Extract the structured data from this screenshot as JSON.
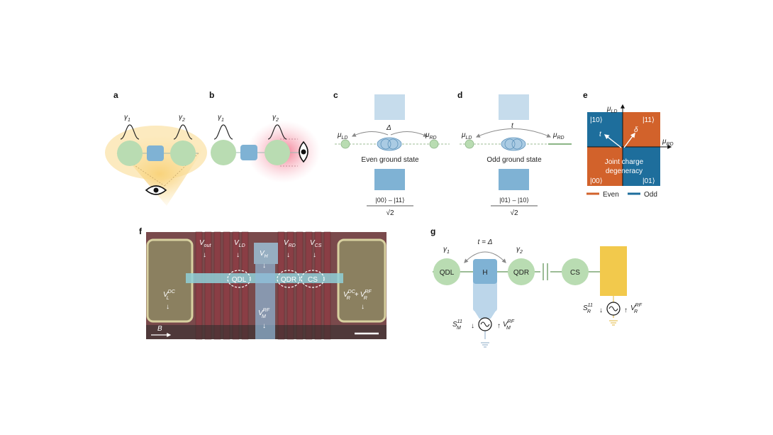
{
  "panels": {
    "a": {
      "label": "a",
      "gamma1": "γ",
      "gamma1_sub": "1",
      "gamma2": "γ",
      "gamma2_sub": "2"
    },
    "b": {
      "label": "b",
      "gamma1": "γ",
      "gamma1_sub": "1",
      "gamma2": "γ",
      "gamma2_sub": "2"
    },
    "c": {
      "label": "c",
      "mu_left": "μ",
      "mu_left_sub": "LD",
      "mu_right": "μ",
      "mu_right_sub": "RD",
      "coupling": "Δ",
      "caption": "Even ground state",
      "state_numerator": "|00⟩ – |11⟩",
      "state_denominator": "√2"
    },
    "d": {
      "label": "d",
      "mu_left": "μ",
      "mu_left_sub": "LD",
      "mu_right": "μ",
      "mu_right_sub": "RD",
      "coupling": "t",
      "caption": "Odd ground state",
      "state_numerator": "|01⟩ – |10⟩",
      "state_denominator": "√2"
    },
    "e": {
      "label": "e",
      "y_axis": "μ",
      "y_axis_sub": "LD",
      "x_axis": "μ",
      "x_axis_sub": "RD",
      "state_tl": "|10⟩",
      "state_tr": "|11⟩",
      "state_bl": "|00⟩",
      "state_br": "|01⟩",
      "arrow_t": "t",
      "arrow_delta": "δ",
      "center_text_1": "Joint charge",
      "center_text_2": "degeneracy",
      "legend_even": "Even",
      "legend_odd": "Odd",
      "color_even": "#d2622b",
      "color_odd": "#1e6e9c"
    },
    "f": {
      "label": "f",
      "v_out": "V",
      "v_out_sub": "out",
      "v_ld": "V",
      "v_ld_sub": "LD",
      "v_rd": "V",
      "v_rd_sub": "RD",
      "v_cs": "V",
      "v_cs_sub": "CS",
      "v_h": "V",
      "v_h_sub": "H",
      "qdl": "QDL",
      "qdr": "QDR",
      "cs": "CS",
      "v_l": "V",
      "v_l_sub": "L",
      "v_l_sup": "DC",
      "v_r": "V",
      "v_r_sub": "R",
      "v_r_sup": "DC",
      "plus": "+",
      "v_r2": "V",
      "v_r2_sub": "R",
      "v_r2_sup": "RF",
      "v_m": "V",
      "v_m_sub": "M",
      "v_m_sup": "RF",
      "b_field": "B"
    },
    "g": {
      "label": "g",
      "coupling": "t = Δ",
      "gamma1": "γ",
      "gamma1_sub": "1",
      "gamma2": "γ",
      "gamma2_sub": "2",
      "qdl": "QDL",
      "h": "H",
      "qdr": "QDR",
      "cs": "CS",
      "s_m": "S",
      "s_m_sub": "M",
      "s_m_sup": "11",
      "v_m": "V",
      "v_m_sub": "M",
      "v_m_sup": "RF",
      "s_r": "S",
      "s_r_sub": "R",
      "s_r_sup": "11",
      "v_r": "V",
      "v_r_sub": "R",
      "v_r_sup": "RF"
    }
  },
  "colors": {
    "dot_green": "#b9dcb2",
    "hybrid_blue": "#7fb2d4",
    "glow_yellow": "#f9d98a",
    "glow_pink": "#f58ba0",
    "sem_bg": "#7a4a4c",
    "sem_gate": "#8a3e45",
    "sem_contact": "#c9c08a",
    "sem_wire": "#8fd0d8",
    "cs_yellow": "#f2c94c"
  }
}
